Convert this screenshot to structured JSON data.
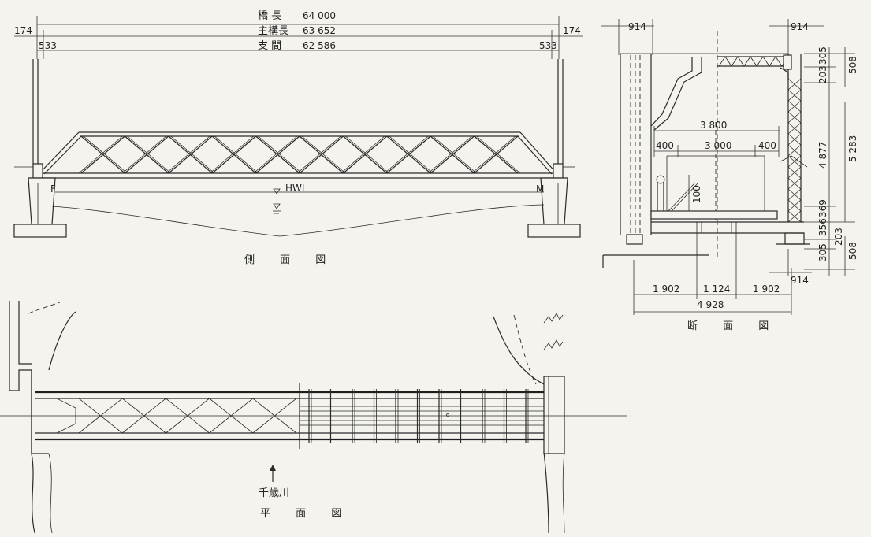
{
  "side_view": {
    "caption": "側 面 図",
    "dims": {
      "bridge_length_label": "橋 長",
      "bridge_length": "64 000",
      "girder_length_label": "主構長",
      "girder_length": "63 652",
      "span_label": "支 間",
      "span": "62 586",
      "left_offset_1": "174",
      "right_offset_1": "174",
      "left_offset_2": "533",
      "right_offset_2": "533"
    },
    "support_fixed": "F",
    "support_movable": "M",
    "water_level": "HWL"
  },
  "section_view": {
    "caption": "断 面 図",
    "dims": {
      "top_left_914": "914",
      "top_right_914": "914",
      "bottom_right_914": "914",
      "r_305_top": "305",
      "r_203_top": "203",
      "r_508_top": "508",
      "r_4877": "4 877",
      "r_5283": "5 283",
      "r_369": "369",
      "r_356": "356",
      "r_203_bot": "203",
      "r_305_bot": "305",
      "r_508_bot": "508",
      "w_3800": "3 800",
      "w_400_left": "400",
      "w_3000": "3 000",
      "w_400_right": "400",
      "h_100": "100",
      "b_1902_left": "1 902",
      "b_1124": "1 124",
      "b_1902_right": "1 902",
      "b_4928": "4 928"
    }
  },
  "plan_view": {
    "caption": "平 面 図",
    "river_label": "千歳川"
  }
}
